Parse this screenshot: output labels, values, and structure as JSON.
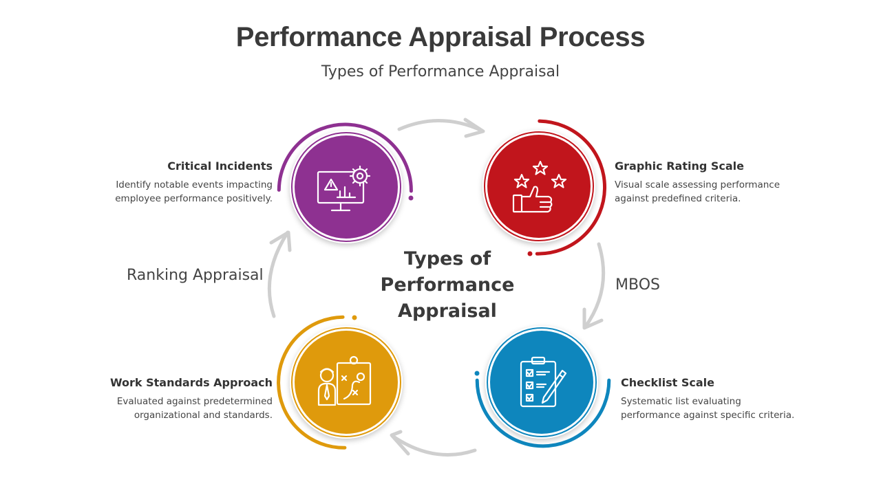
{
  "header": {
    "title": "Performance Appraisal Process",
    "subtitle": "Types of Performance Appraisal"
  },
  "center": {
    "lines": [
      "Types of",
      "Performance",
      "Appraisal"
    ]
  },
  "arrow_labels": {
    "left": "Ranking Appraisal",
    "right": "MBOS"
  },
  "nodes": [
    {
      "id": "critical-incidents",
      "title": "Critical Incidents",
      "desc": [
        "Identify notable events impacting",
        "employee performance positively."
      ],
      "color": "#8e3191",
      "icon": "monitor-gear-icon"
    },
    {
      "id": "graphic-rating-scale",
      "title": "Graphic Rating Scale",
      "desc": [
        "Visual scale assessing performance",
        "against predefined criteria."
      ],
      "color": "#c1151c",
      "icon": "thumbs-up-stars-icon"
    },
    {
      "id": "checklist-scale",
      "title": "Checklist Scale",
      "desc": [
        "Systematic list evaluating",
        "performance against specific criteria."
      ],
      "color": "#0e86bd",
      "icon": "clipboard-checklist-icon"
    },
    {
      "id": "work-standards-approach",
      "title": "Work Standards Approach",
      "desc": [
        "Evaluated against predetermined",
        "organizational and standards."
      ],
      "color": "#df9a0c",
      "icon": "person-strategy-board-icon"
    }
  ]
}
